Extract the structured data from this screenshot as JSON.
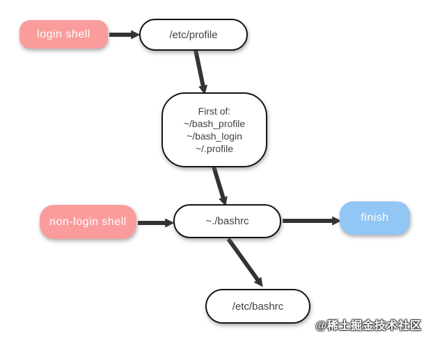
{
  "nodes": {
    "login_shell": {
      "label": "login shell",
      "fill": "#fa9c9c",
      "text_color": "#ffffff"
    },
    "etc_profile": {
      "label": "/etc/profile",
      "fill": "#ffffff",
      "text_color": "#404040"
    },
    "first_of": {
      "lines": [
        "First of:",
        "~/bash_profile",
        "~/bash_login",
        "~/.profile"
      ],
      "fill": "#ffffff",
      "text_color": "#404040"
    },
    "non_login_shell": {
      "label": "non-login shell",
      "fill": "#fa9c9c",
      "text_color": "#ffffff"
    },
    "bashrc": {
      "label": "~./bashrc",
      "fill": "#ffffff",
      "text_color": "#404040"
    },
    "finish": {
      "label": "finish",
      "fill": "#92c6f5",
      "text_color": "#ffffff"
    },
    "etc_bashrc": {
      "label": "/etc/bashrc",
      "fill": "#ffffff",
      "text_color": "#404040"
    }
  },
  "edges": [
    {
      "from": "login_shell",
      "to": "etc_profile"
    },
    {
      "from": "etc_profile",
      "to": "first_of"
    },
    {
      "from": "first_of",
      "to": "bashrc"
    },
    {
      "from": "non_login_shell",
      "to": "bashrc"
    },
    {
      "from": "bashrc",
      "to": "finish"
    },
    {
      "from": "bashrc",
      "to": "etc_bashrc"
    }
  ],
  "watermark": {
    "text": "@稀土掘金技术社区"
  },
  "colors": {
    "connector": "#333333",
    "node_border": "#141414",
    "pink": "#fa9c9c",
    "blue": "#92c6f5",
    "background": "#ffffff"
  }
}
